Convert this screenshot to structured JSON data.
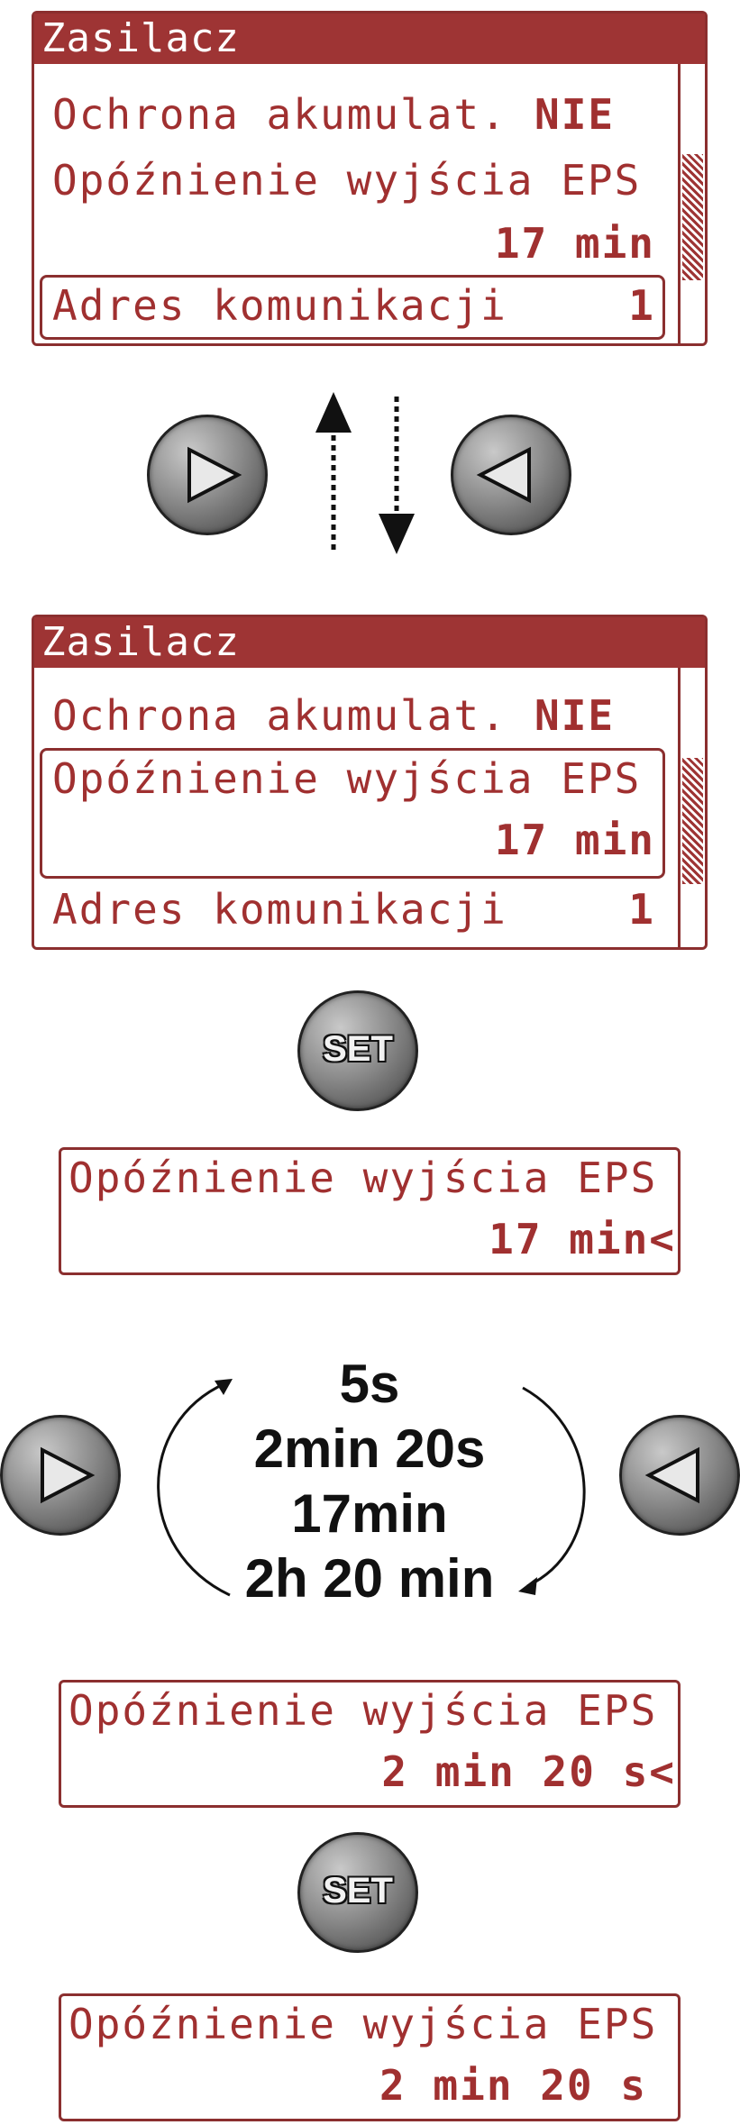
{
  "menu": {
    "title": "Zasilacz",
    "battery_protection": {
      "label": "Ochrona akumulat.",
      "value": "NIE"
    },
    "eps_delay": {
      "label": "Opóźnienie wyjścia EPS",
      "value": "17 min"
    },
    "comm_address": {
      "label": "Adres komunikacji",
      "value": "1"
    }
  },
  "edit_screen_1": {
    "label": "Opóźnienie wyjścia EPS",
    "value": "17 min<"
  },
  "cycle_options": [
    "5s",
    "2min 20s",
    "17min",
    "2h 20 min"
  ],
  "edit_screen_2": {
    "label": "Opóźnienie wyjścia EPS",
    "value": "2 min 20 s<"
  },
  "confirm_screen": {
    "label": "Opóźnienie wyjścia EPS",
    "value": "2 min 20 s"
  },
  "buttons": {
    "set_label": "SET"
  },
  "colors": {
    "lcd": "#9e3434",
    "text": "#a03030"
  }
}
